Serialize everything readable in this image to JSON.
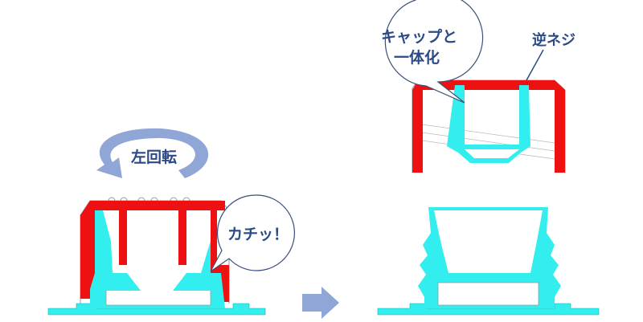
{
  "labels": {
    "rotation": "左回転",
    "click": "カチッ！",
    "integrated_line1": "キャップと",
    "integrated_line2": "一体化",
    "reverse_thread": "逆ネジ"
  },
  "colors": {
    "cap": "#ee1111",
    "spout": "#33eeee",
    "arrow": "#8fa6d6",
    "text": "#2b4a86",
    "outline": "#9a9a9a"
  }
}
